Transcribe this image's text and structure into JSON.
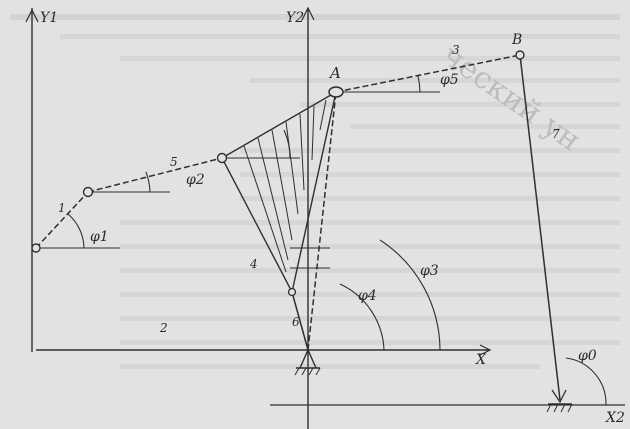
{
  "watermark": "ческий ун",
  "labels": {
    "y_axis_left": "Y1",
    "y_axis_mid": "Y2",
    "x_axis_mid": "X",
    "x_axis_right": "X2",
    "joint_a": "A",
    "joint_b": "B",
    "phi_1": "φ1",
    "phi_2": "φ2",
    "phi_3": "φ3",
    "phi_4": "φ4",
    "phi_5": "φ5",
    "phi_0": "φ0",
    "link_1": "1",
    "link_2": "2",
    "link_3": "3",
    "link_4": "4",
    "link_5": "5",
    "link_6": "6",
    "link_7": "7"
  },
  "colors": {
    "background": "#e2e2e0",
    "ink": "#2f2f2f",
    "faint_text": "#c9c9c7"
  }
}
